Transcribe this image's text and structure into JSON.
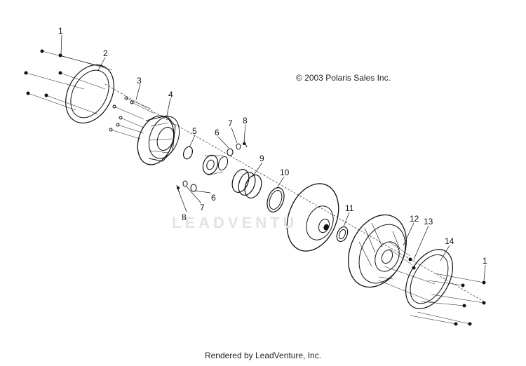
{
  "diagram": {
    "copyright": "© 2003 Polaris Sales Inc.",
    "footer": "Rendered by LeadVenture, Inc.",
    "watermark": "LEADVENTU",
    "callouts": [
      {
        "id": "1a",
        "label": "1"
      },
      {
        "id": "2",
        "label": "2"
      },
      {
        "id": "3",
        "label": "3"
      },
      {
        "id": "4",
        "label": "4"
      },
      {
        "id": "5",
        "label": "5"
      },
      {
        "id": "6a",
        "label": "6"
      },
      {
        "id": "7a",
        "label": "7"
      },
      {
        "id": "8a",
        "label": "8"
      },
      {
        "id": "9",
        "label": "9"
      },
      {
        "id": "10",
        "label": "10"
      },
      {
        "id": "8b",
        "label": "8"
      },
      {
        "id": "7b",
        "label": "7"
      },
      {
        "id": "6b",
        "label": "6"
      },
      {
        "id": "11",
        "label": "11"
      },
      {
        "id": "12",
        "label": "12"
      },
      {
        "id": "13",
        "label": "13"
      },
      {
        "id": "14",
        "label": "14"
      },
      {
        "id": "1b",
        "label": "1"
      }
    ]
  }
}
